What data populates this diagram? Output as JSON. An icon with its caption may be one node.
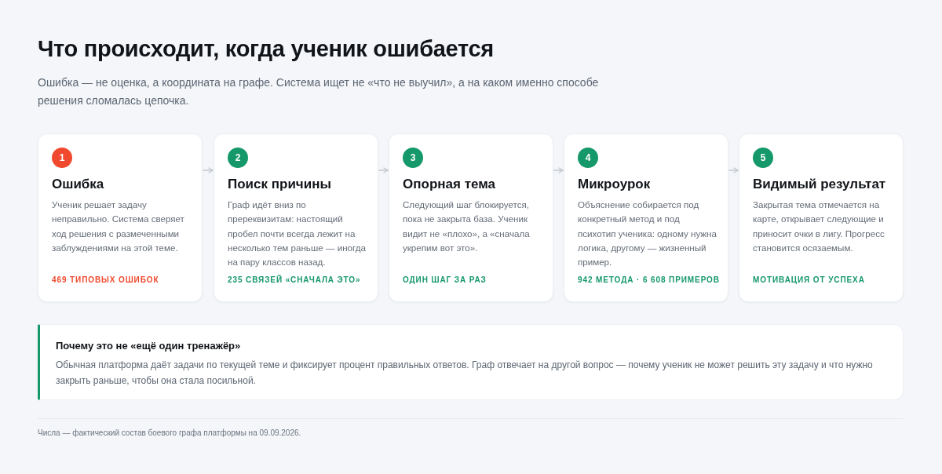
{
  "diagram": {
    "title": "Что происходит, когда ученик ошибается",
    "labels": [
      "Ошибка — не оценка, а координата на графе. Система ищет не «что не выучил», а на каком именно способе решения сломалась цепочка."
    ],
    "nodes": [
      {
        "text": [
          "Ошибка",
          "Ученик решает задачу неправильно. Система сверяет ход решения с размеченными заблуждениями на этой теме.",
          "469 ТИПОВЫХ ОШИБОК"
        ]
      },
      {
        "text": [
          "1"
        ],
        "in": 0
      },
      {
        "text": [
          "Поиск причины",
          "Граф идёт вниз по пререквизитам: настоящий пробел почти всегда лежит на несколько тем раньше — иногда на пару классов назад.",
          "235 СВЯЗЕЙ «СНАЧАЛА ЭТО»"
        ]
      },
      {
        "text": [
          "2"
        ],
        "in": 2
      },
      {
        "text": [
          "Опорная тема",
          "Следующий шаг блокируется, пока не закрыта база. Ученик видит не «плохо», а «сначала укрепим вот это».",
          "ОДИН ШАГ ЗА РАЗ"
        ]
      },
      {
        "text": [
          "3"
        ],
        "in": 4
      },
      {
        "text": [
          "Микроурок",
          "Объяснение собирается под конкретный метод и под психотип ученика: одному нужна логика, другому — жизненный пример.",
          "942 МЕТОДА · 6 608 ПРИМЕРОВ"
        ]
      },
      {
        "text": [
          "4"
        ],
        "in": 6
      },
      {
        "text": [
          "Видимый результат",
          "Закрытая тема отмечается на карте, открывает следующие и приносит очки в лигу. Прогресс становится осязаемым.",
          "МОТИВАЦИЯ ОТ УСПЕХА"
        ]
      },
      {
        "text": [
          "5"
        ],
        "in": 8
      },
      {
        "text": [
          "Почему это не «ещё один тренажёр»",
          "Обычная платформа даёт задачи по текущей теме и фиксирует процент правильных ответов. Граф отвечает на другой вопрос — почему ученик не может решить эту задачу и что нужно закрыть раньше, чтобы она стала посильной."
        ]
      }
    ],
    "edges": [
      {
        "from": 0,
        "to": 2,
        "arrow": "to"
      },
      {
        "from": 2,
        "to": 4,
        "arrow": "to"
      },
      {
        "from": 4,
        "to": 6,
        "arrow": "to"
      },
      {
        "from": 6,
        "to": 8,
        "arrow": "to"
      }
    ],
    "caption": "Числа — фактический состав боевого графа платформы на 09.09.2026."
  }
}
